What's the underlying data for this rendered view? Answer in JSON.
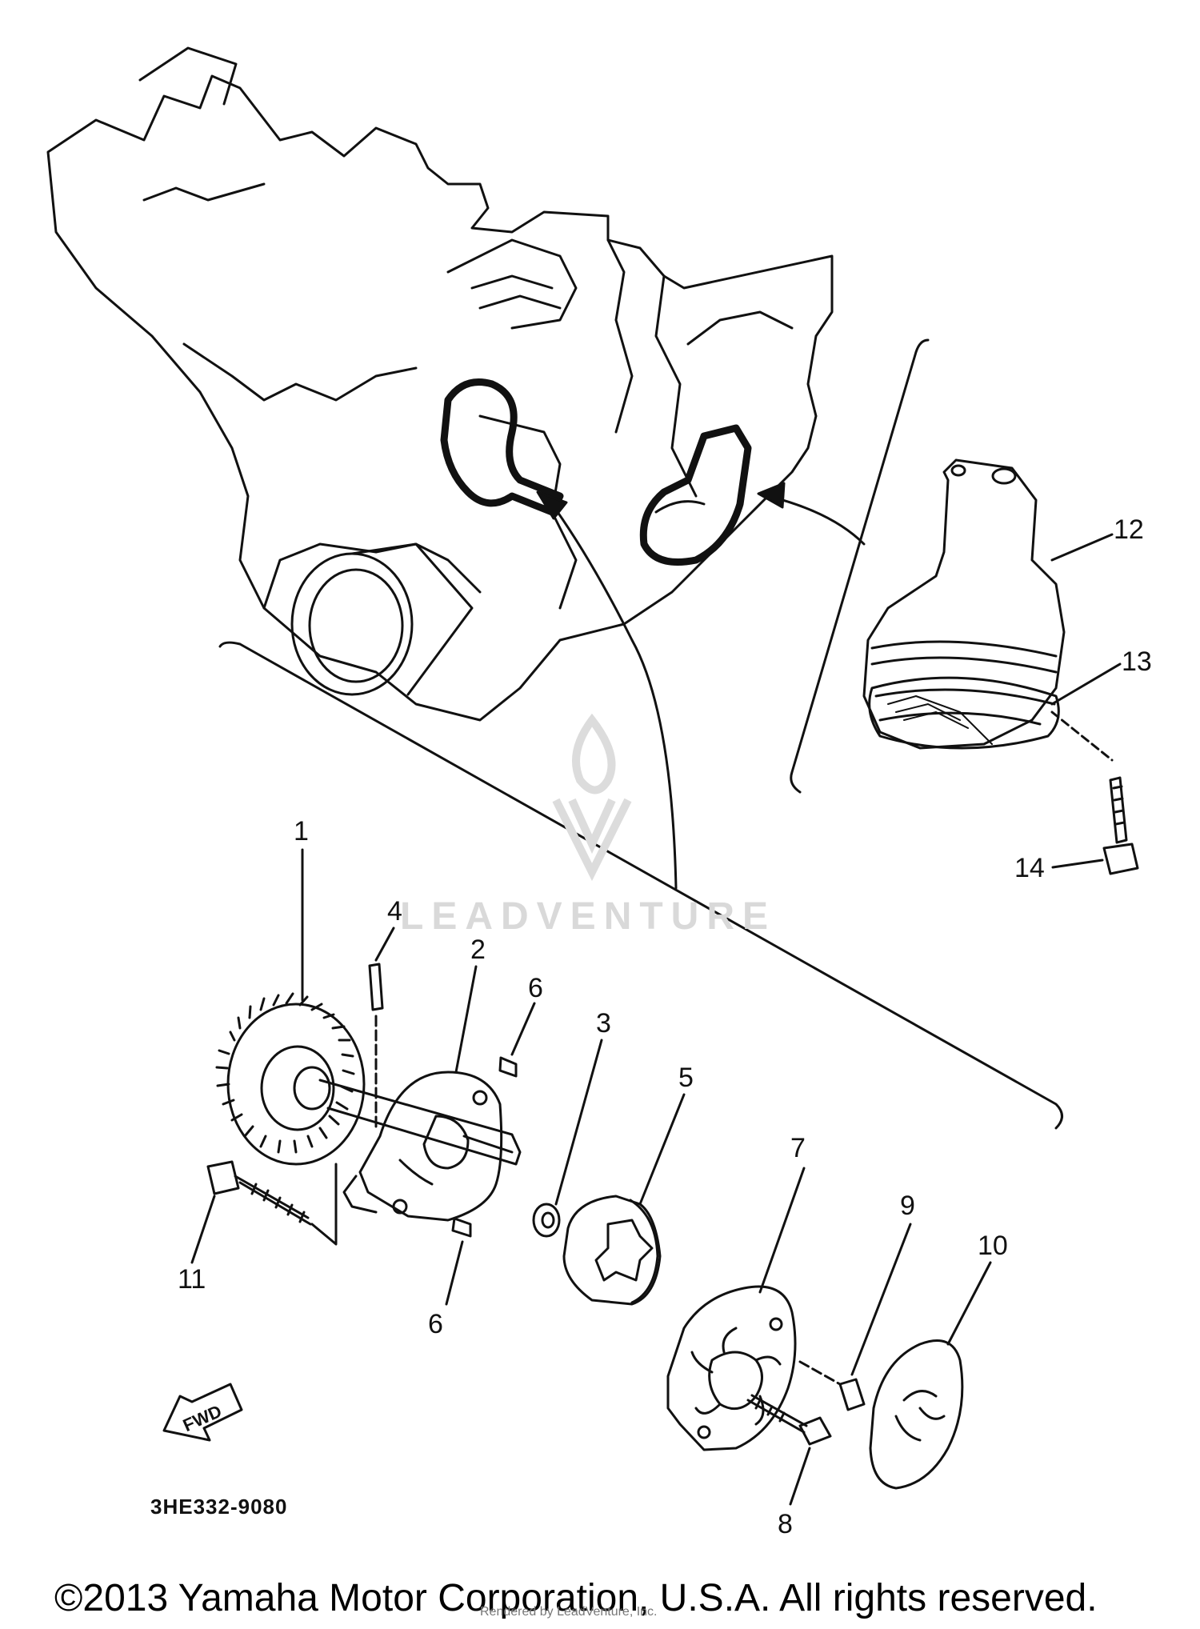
{
  "diagram": {
    "drawing_code": "3HE332-9080",
    "direction_arrow_label": "FWD",
    "watermark": "LEADVENTURE",
    "copyright": "©2013 Yamaha Motor Corporation, U.S.A. All rights reserved.",
    "rendered_by": "Rendered by LeadVenture, Inc.",
    "callouts": [
      {
        "id": "c1",
        "label": "1"
      },
      {
        "id": "c2",
        "label": "2"
      },
      {
        "id": "c3",
        "label": "3"
      },
      {
        "id": "c4",
        "label": "4"
      },
      {
        "id": "c5",
        "label": "5"
      },
      {
        "id": "c6a",
        "label": "6"
      },
      {
        "id": "c6b",
        "label": "6"
      },
      {
        "id": "c7",
        "label": "7"
      },
      {
        "id": "c8",
        "label": "8"
      },
      {
        "id": "c9",
        "label": "9"
      },
      {
        "id": "c10",
        "label": "10"
      },
      {
        "id": "c11",
        "label": "11"
      },
      {
        "id": "c12",
        "label": "12"
      },
      {
        "id": "c13",
        "label": "13"
      },
      {
        "id": "c14",
        "label": "14"
      }
    ]
  }
}
